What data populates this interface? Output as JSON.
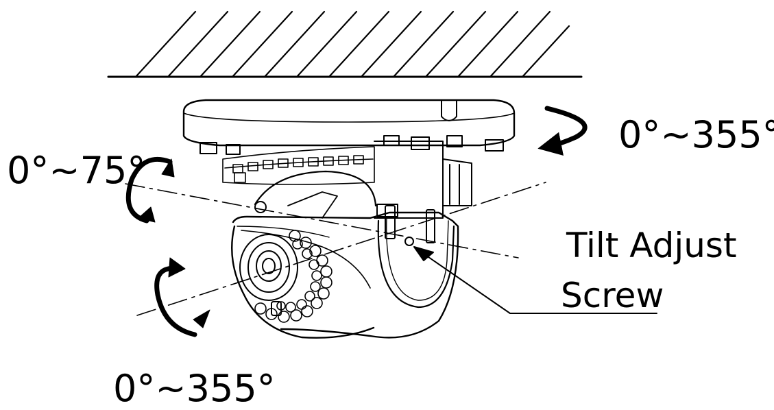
{
  "labels": {
    "pan_range": "0°~355°",
    "tilt_range": "0°~75°",
    "rotation_range": "0°~355°",
    "tilt_screw_line1": "Tilt Adjust",
    "tilt_screw_line2": "Screw"
  },
  "colors": {
    "line": "#000000",
    "background": "#ffffff"
  },
  "icons": {
    "pan_arrow": "curved-arrow-icon",
    "tilt_arrow": "curved-arrow-icon",
    "rotation_arrow": "curved-arrow-icon",
    "screw_pointer": "pointer-arrow-icon"
  }
}
